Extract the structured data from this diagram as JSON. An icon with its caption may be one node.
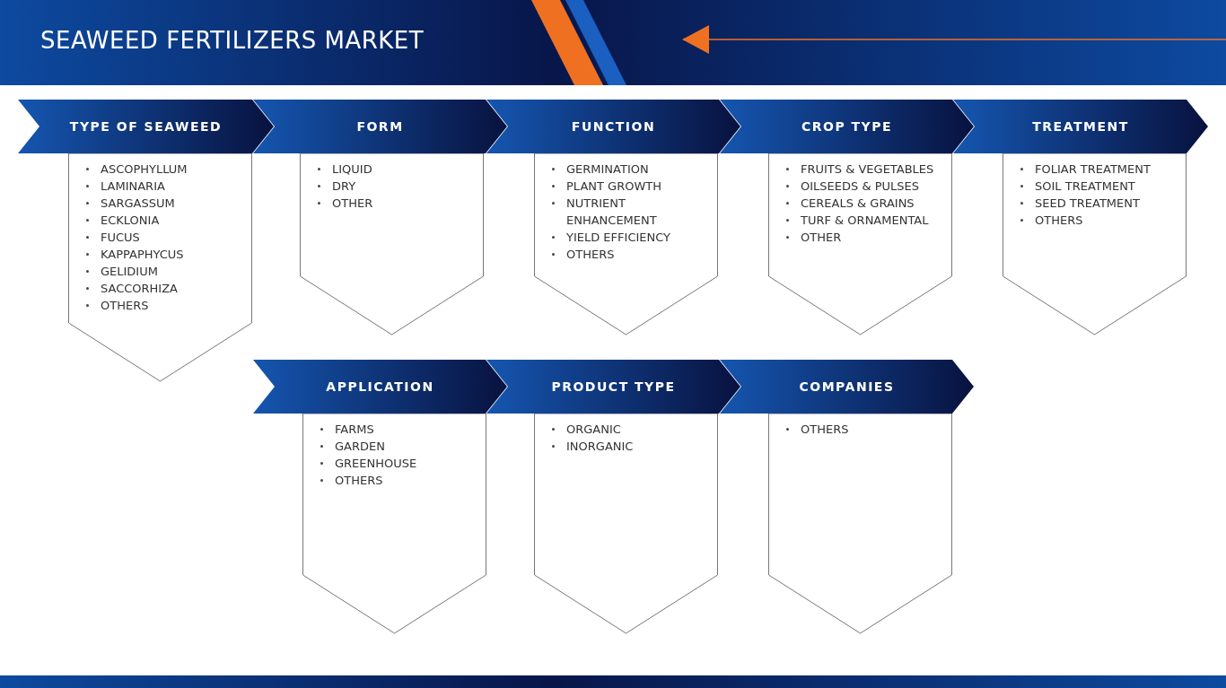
{
  "diagram": {
    "title": "SEAWEED FERTILIZERS MARKET",
    "nodes": [
      {
        "text": [
          "TYPE OF SEAWEED"
        ]
      },
      {
        "text": [
          "ASCOPHYLLUM",
          "LAMINARIA",
          "SARGASSUM",
          "ECKLONIA",
          "FUCUS",
          "KAPPAPHYCUS",
          "GELIDIUM",
          "SACCORHIZA",
          "OTHERS"
        ]
      },
      {
        "text": [
          "FORM"
        ]
      },
      {
        "text": [
          "LIQUID",
          "DRY",
          "OTHER"
        ]
      },
      {
        "text": [
          "FUNCTION"
        ]
      },
      {
        "text": [
          "GERMINATION",
          "PLANT GROWTH",
          "NUTRIENT ENHANCEMENT",
          "YIELD EFFICIENCY",
          "OTHERS"
        ]
      },
      {
        "text": [
          "CROP TYPE"
        ]
      },
      {
        "text": [
          "FRUITS & VEGETABLES",
          "OILSEEDS & PULSES",
          "CEREALS & GRAINS",
          "TURF & ORNAMENTAL",
          "OTHER"
        ]
      },
      {
        "text": [
          "TREATMENT"
        ]
      },
      {
        "text": [
          "FOLIAR TREATMENT",
          "SOIL TREATMENT",
          "SEED TREATMENT",
          "OTHERS"
        ]
      },
      {
        "text": [
          "APPLICATION"
        ]
      },
      {
        "text": [
          "FARMS",
          "GARDEN",
          "GREENHOUSE",
          "OTHERS"
        ]
      },
      {
        "text": [
          "PRODUCT TYPE"
        ]
      },
      {
        "text": [
          "ORGANIC",
          "INORGANIC"
        ]
      },
      {
        "text": [
          "COMPANIES"
        ]
      },
      {
        "text": [
          "OTHERS"
        ]
      }
    ],
    "edges": []
  }
}
